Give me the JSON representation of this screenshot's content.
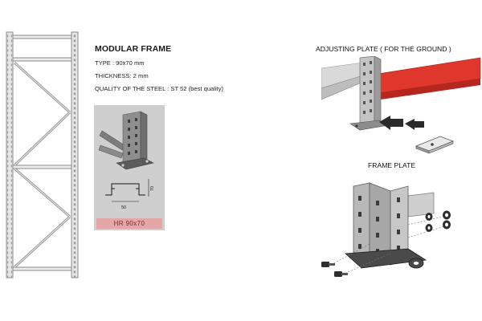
{
  "modular_frame": {
    "title": "MODULAR FRAME",
    "type_line": "TYPE : 90x70 mm",
    "thickness_line": "THICKNESS: 2 mm",
    "steel_line": "QUALİTY OF THE STEEL : ST 52 (best quality)",
    "profile_width": "50",
    "profile_height": "70",
    "product_label": "HR 90x70"
  },
  "adjusting_plate": {
    "title": "ADJUSTING PLATE ( FOR THE GROUND )"
  },
  "frame_plate": {
    "title": "FRAME PLATE"
  },
  "colors": {
    "beam_red": "#e0372c",
    "steel_grey": "#9a9a9a",
    "label_pink": "#e5a6a8"
  }
}
